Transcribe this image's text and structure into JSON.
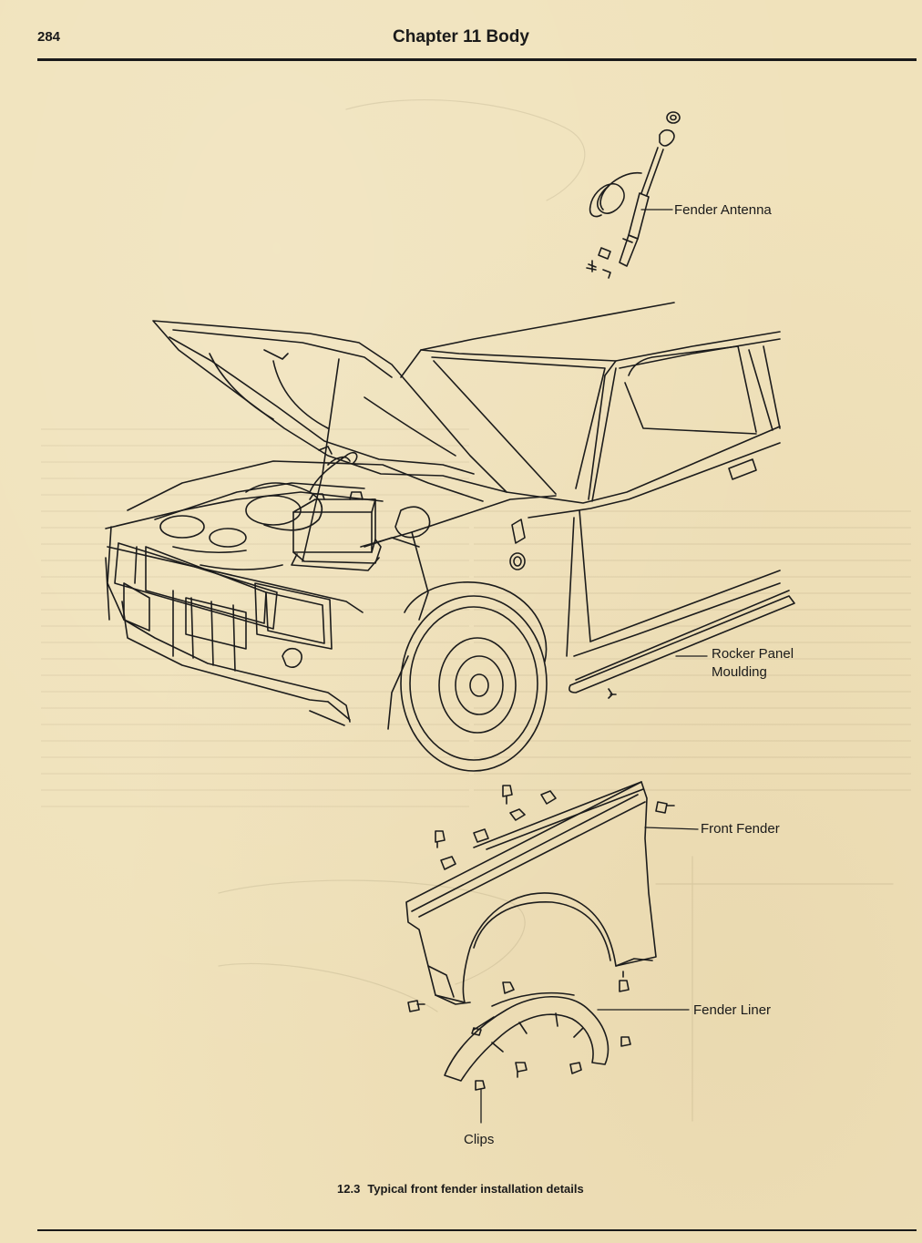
{
  "header": {
    "page_number": "284",
    "running_title": "Chapter 11   Body"
  },
  "figure": {
    "labels": {
      "fender_antenna": "Fender Antenna",
      "rocker_panel_line1": "Rocker Panel",
      "rocker_panel_line2": "Moulding",
      "front_fender": "Front Fender",
      "fender_liner": "Fender Liner",
      "clips": "Clips"
    },
    "caption": {
      "number": "12.3",
      "text": "Typical front fender installation details"
    }
  }
}
